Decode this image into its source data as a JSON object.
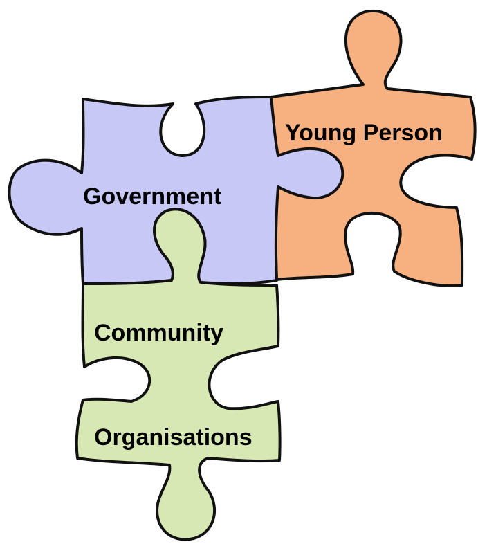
{
  "pieces": {
    "young_person": {
      "label": "Young Person",
      "color": "#f7b07f"
    },
    "government": {
      "label": "Government",
      "color": "#c8c8f7"
    },
    "community": {
      "label_line1": "Community",
      "label_line2": "Organisations",
      "color": "#d8e8b4"
    }
  },
  "outline_color": "#111111"
}
